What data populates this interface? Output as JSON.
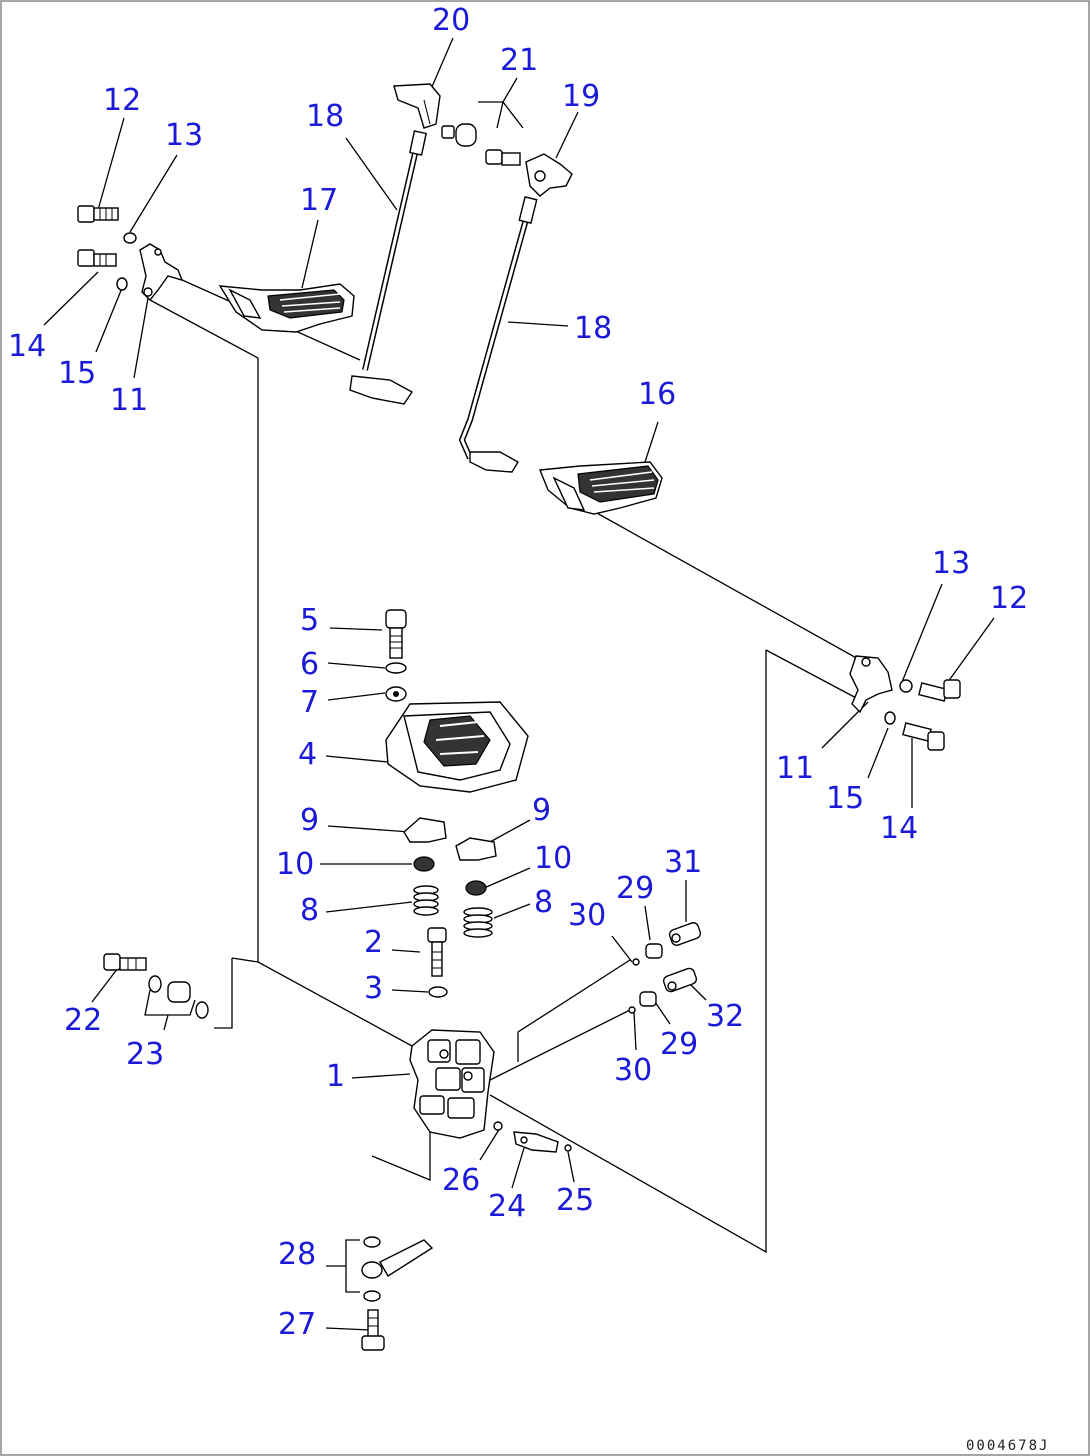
{
  "diagram": {
    "reference_code": "0004678J",
    "callouts": [
      {
        "id": "c20a",
        "label": "20"
      },
      {
        "id": "c21",
        "label": "21"
      },
      {
        "id": "c19",
        "label": "19"
      },
      {
        "id": "c12a",
        "label": "12"
      },
      {
        "id": "c13a",
        "label": "13"
      },
      {
        "id": "c18a",
        "label": "18"
      },
      {
        "id": "c17",
        "label": "17"
      },
      {
        "id": "c14a",
        "label": "14"
      },
      {
        "id": "c15a",
        "label": "15"
      },
      {
        "id": "c11a",
        "label": "11"
      },
      {
        "id": "c18b",
        "label": "18"
      },
      {
        "id": "c16",
        "label": "16"
      },
      {
        "id": "c13b",
        "label": "13"
      },
      {
        "id": "c12b",
        "label": "12"
      },
      {
        "id": "c11b",
        "label": "11"
      },
      {
        "id": "c15b",
        "label": "15"
      },
      {
        "id": "c14b",
        "label": "14"
      },
      {
        "id": "c5",
        "label": "5"
      },
      {
        "id": "c6",
        "label": "6"
      },
      {
        "id": "c7",
        "label": "7"
      },
      {
        "id": "c4",
        "label": "4"
      },
      {
        "id": "c9a",
        "label": "9"
      },
      {
        "id": "c9b",
        "label": "9"
      },
      {
        "id": "c10a",
        "label": "10"
      },
      {
        "id": "c10b",
        "label": "10"
      },
      {
        "id": "c8a",
        "label": "8"
      },
      {
        "id": "c8b",
        "label": "8"
      },
      {
        "id": "c2",
        "label": "2"
      },
      {
        "id": "c3",
        "label": "3"
      },
      {
        "id": "c1",
        "label": "1"
      },
      {
        "id": "c22",
        "label": "22"
      },
      {
        "id": "c23",
        "label": "23"
      },
      {
        "id": "c30a",
        "label": "30"
      },
      {
        "id": "c29a",
        "label": "29"
      },
      {
        "id": "c31",
        "label": "31"
      },
      {
        "id": "c32",
        "label": "32"
      },
      {
        "id": "c29b",
        "label": "29"
      },
      {
        "id": "c30b",
        "label": "30"
      },
      {
        "id": "c26",
        "label": "26"
      },
      {
        "id": "c24",
        "label": "24"
      },
      {
        "id": "c25",
        "label": "25"
      },
      {
        "id": "c28",
        "label": "28"
      },
      {
        "id": "c27",
        "label": "27"
      }
    ]
  }
}
